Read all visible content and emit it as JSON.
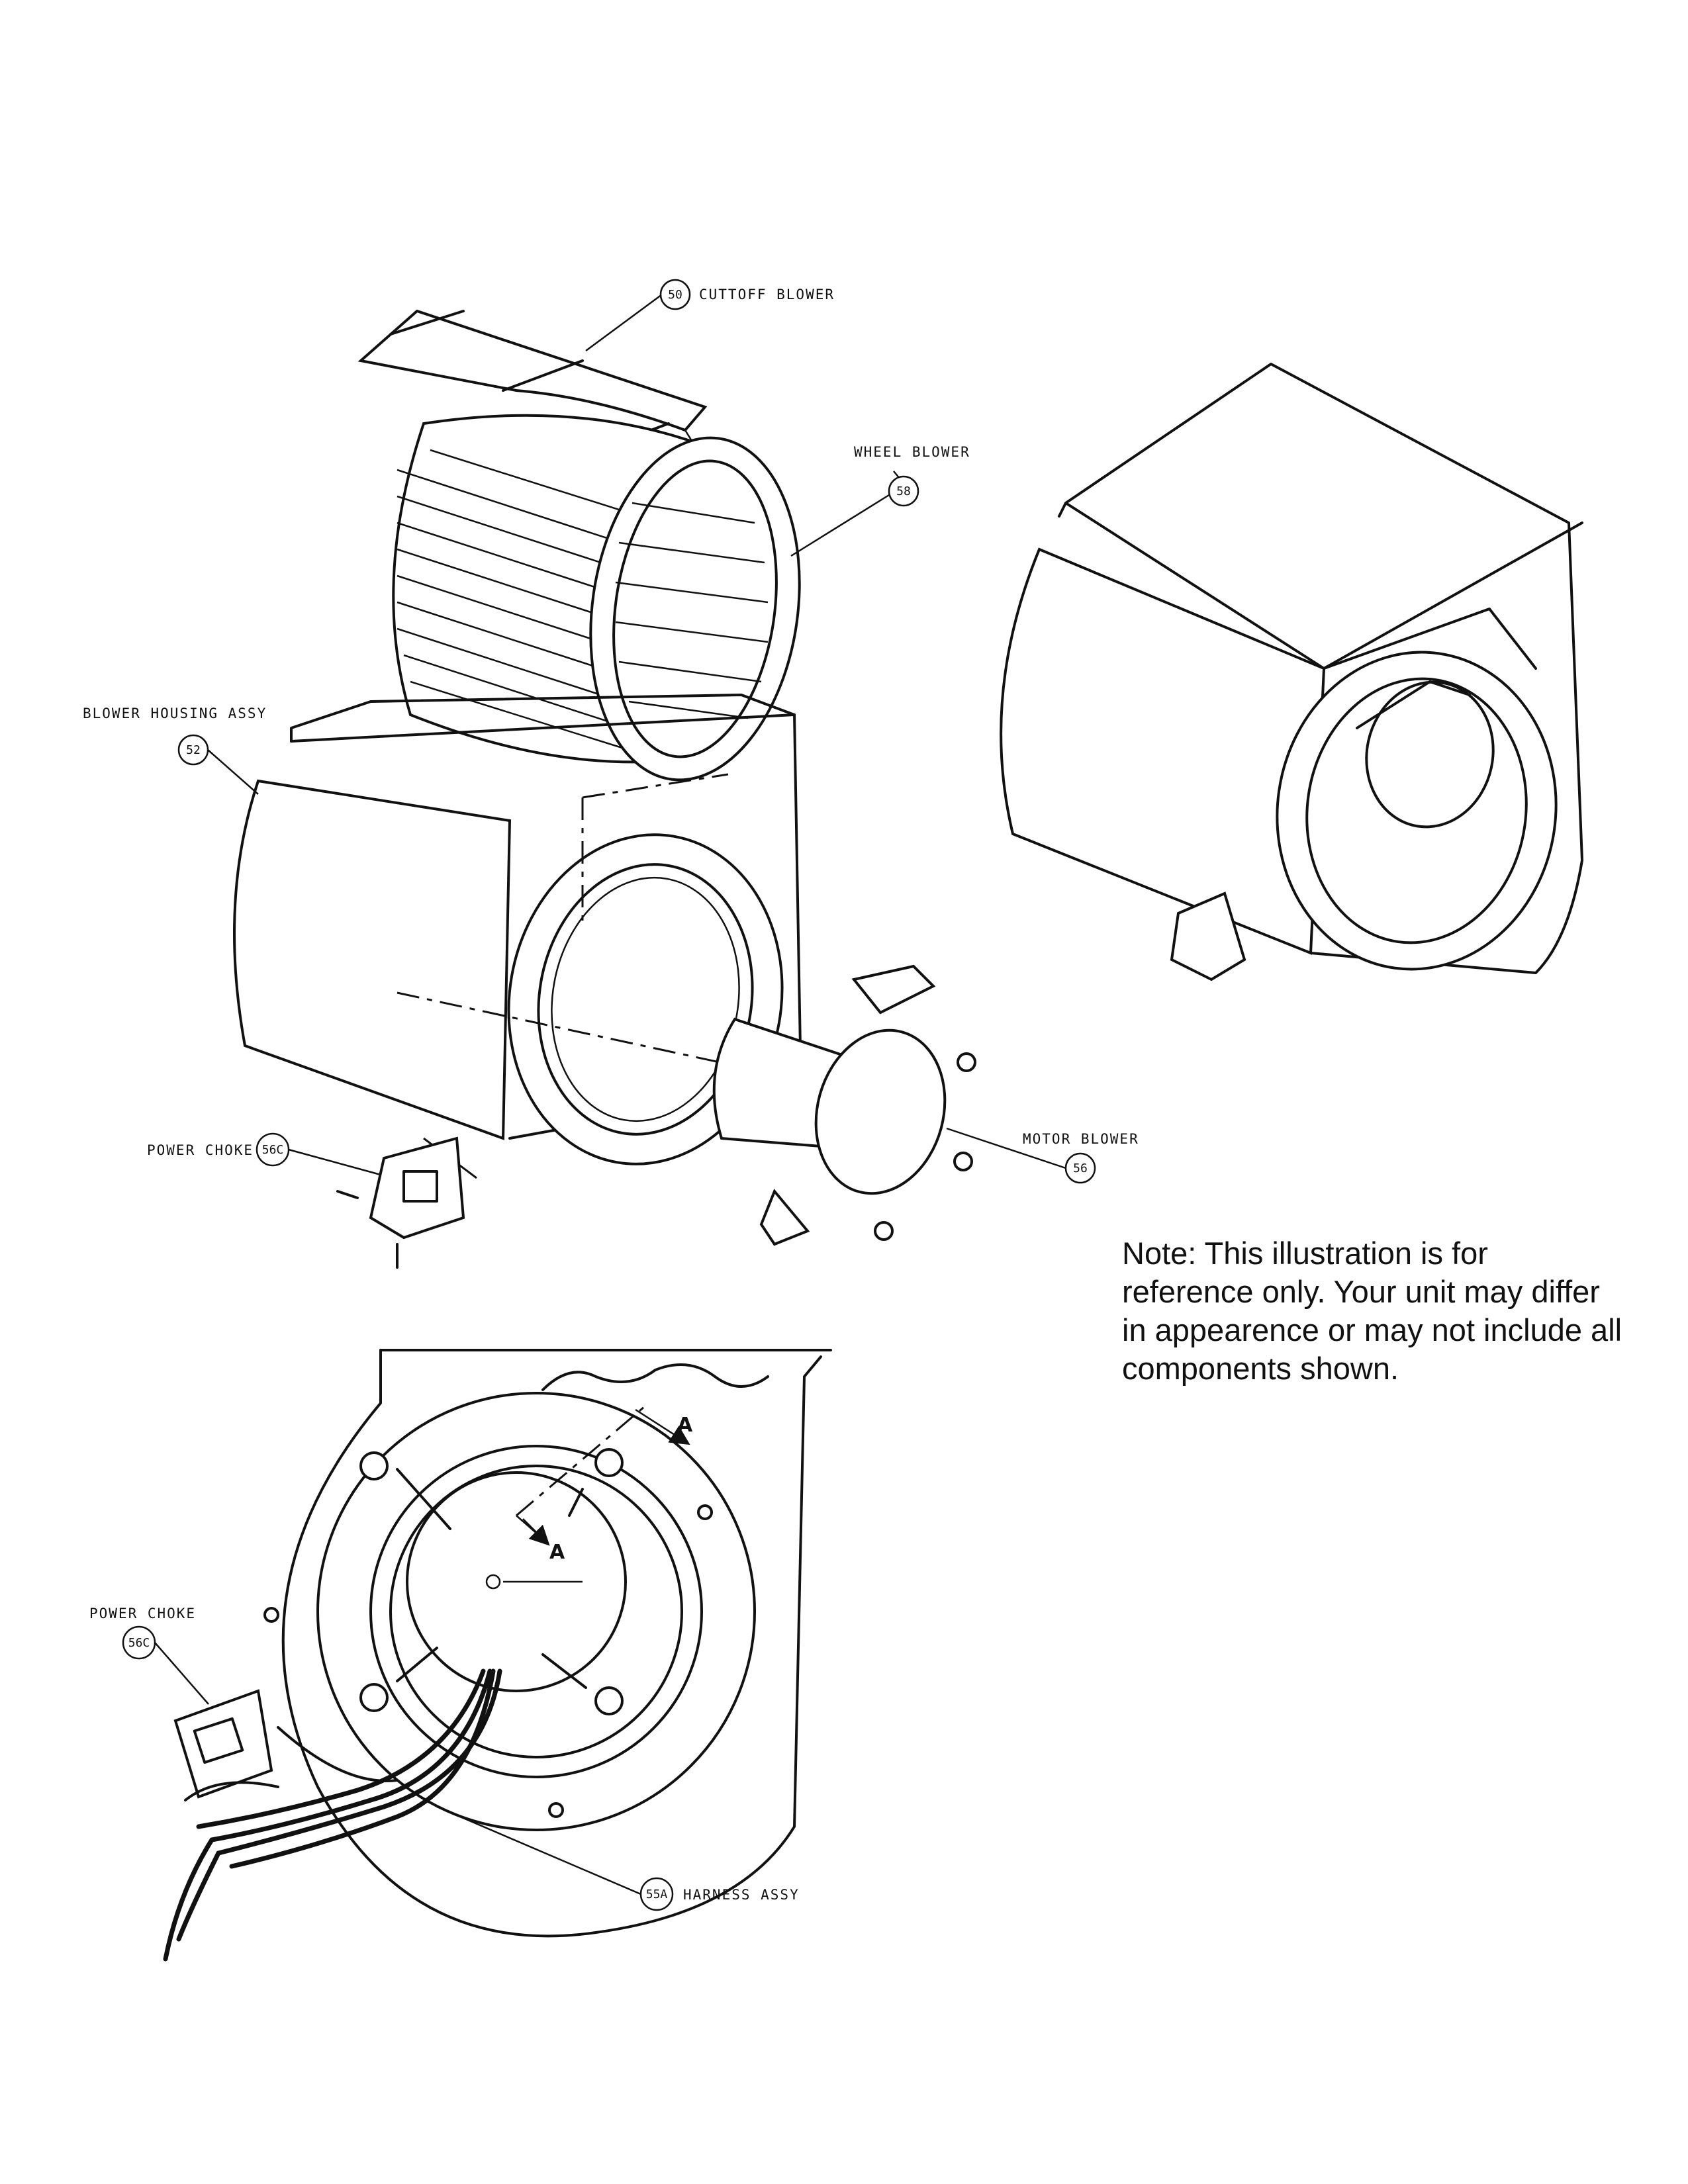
{
  "callouts": {
    "cuttoff_blower": {
      "num": "50",
      "label": "CUTTOFF BLOWER"
    },
    "wheel_blower": {
      "num": "58",
      "label": "WHEEL BLOWER"
    },
    "blower_housing": {
      "num": "52",
      "label": "BLOWER HOUSING ASSY"
    },
    "power_choke_top": {
      "num": "56C",
      "label": "POWER CHOKE"
    },
    "motor_blower": {
      "num": "56",
      "label": "MOTOR BLOWER"
    },
    "power_choke_bottom": {
      "num": "56C",
      "label": "POWER CHOKE"
    },
    "harness": {
      "num": "55A",
      "label": "HARNESS ASSY"
    }
  },
  "section_marks": {
    "upper": "A",
    "lower": "A"
  },
  "note": "Note: This illustration is for reference only. Your unit may differ in appearence or may not include all components shown."
}
